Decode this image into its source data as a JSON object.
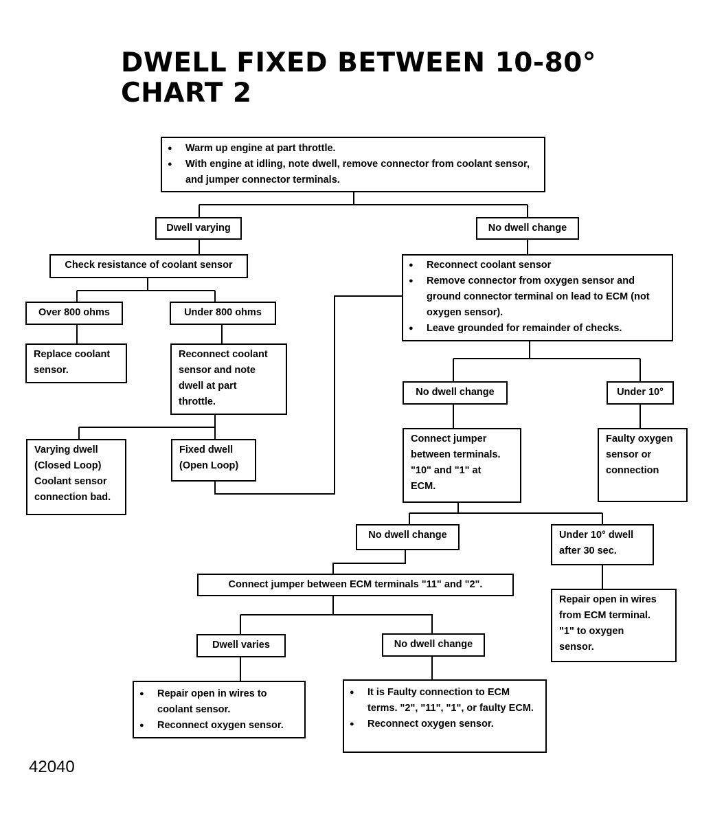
{
  "title": {
    "line1": "DWELL FIXED BETWEEN 10-80°",
    "line2": "CHART 2"
  },
  "figure_number": "42040",
  "nodes": {
    "start": {
      "items": [
        "Warm up engine at part throttle.",
        "With engine at idling, note dwell, remove connector from coolant sensor, and jumper connector terminals."
      ]
    },
    "dwell_varying": "Dwell varying",
    "no_dwell_change_1": "No dwell change",
    "check_resistance": "Check resistance of coolant sensor",
    "over_800": "Over 800 ohms",
    "under_800": "Under 800 ohms",
    "replace_coolant": "Replace coolant\nsensor.",
    "reconnect_coolant_note": "Reconnect coolant\nsensor and note\ndwell at part\nthrottle.",
    "varying_dwell_closed": "Varying dwell\n(Closed Loop)\nCoolant sensor\nconnection bad.",
    "fixed_dwell_open": "Fixed dwell\n(Open Loop)",
    "reconnect_block": {
      "items": [
        "Reconnect coolant sensor",
        "Remove connector from oxygen sensor and ground connector terminal on lead to ECM (not oxygen sensor).",
        "Leave grounded for remainder of checks."
      ]
    },
    "no_dwell_change_2": "No dwell change",
    "under_10": "Under 10°",
    "connect_jumper_10_1": "Connect jumper\nbetween terminals.\n\"10\" and \"1\" at\nECM.",
    "faulty_oxygen": "Faulty oxygen\nsensor or\nconnection",
    "no_dwell_change_3": "No dwell change",
    "under_10_after_30": "Under 10° dwell\nafter 30 sec.",
    "connect_jumper_11_2": "Connect jumper between ECM terminals \"11\" and \"2\".",
    "repair_open_ecm": "Repair open in wires\nfrom ECM terminal.\n\"1\" to oxygen\nsensor.",
    "dwell_varies": "Dwell varies",
    "no_dwell_change_4": "No dwell change",
    "repair_coolant_block": {
      "items": [
        "Repair open in wires to coolant sensor.",
        "Reconnect oxygen sensor."
      ]
    },
    "faulty_connection_block": {
      "items": [
        "It is Faulty connection to ECM terms. \"2\", \"11\", \"1\", or faulty ECM.",
        "Reconnect oxygen sensor."
      ]
    }
  },
  "colors": {
    "line": "#000000",
    "background": "#ffffff"
  }
}
